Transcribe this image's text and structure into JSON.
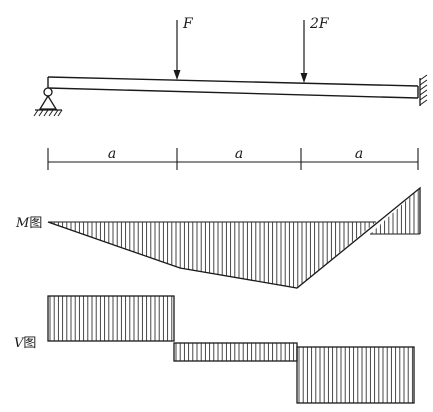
{
  "loads": {
    "f1_label": "F",
    "f2_label": "2F"
  },
  "dimensions": {
    "spans": [
      "a",
      "a",
      "a"
    ]
  },
  "diagrams": {
    "moment_label_symbol": "M",
    "moment_label_suffix": "图",
    "shear_label_symbol": "V",
    "shear_label_suffix": "图"
  },
  "colors": {
    "ink": "#1a1a1a",
    "hatch": "#333333"
  }
}
